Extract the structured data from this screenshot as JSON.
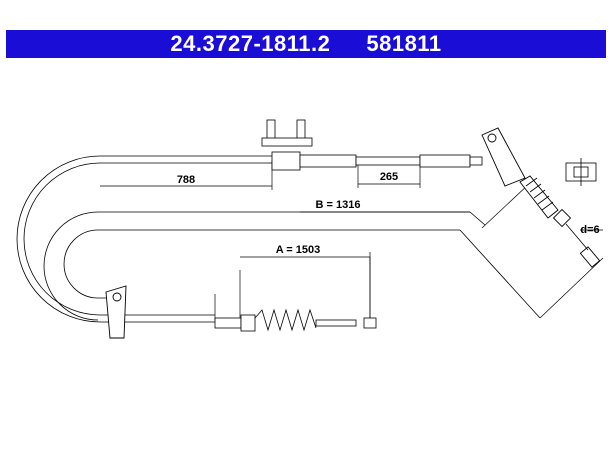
{
  "header": {
    "part_number": "24.3727-1811.2",
    "ref_number": "581811",
    "background_color": "#1a0dd6",
    "text_color": "#ffffff"
  },
  "dimensions": {
    "d788": "788",
    "d265": "265",
    "b_label": "B = 1316",
    "a_label": "A = 1503",
    "d_label": "d=6"
  }
}
